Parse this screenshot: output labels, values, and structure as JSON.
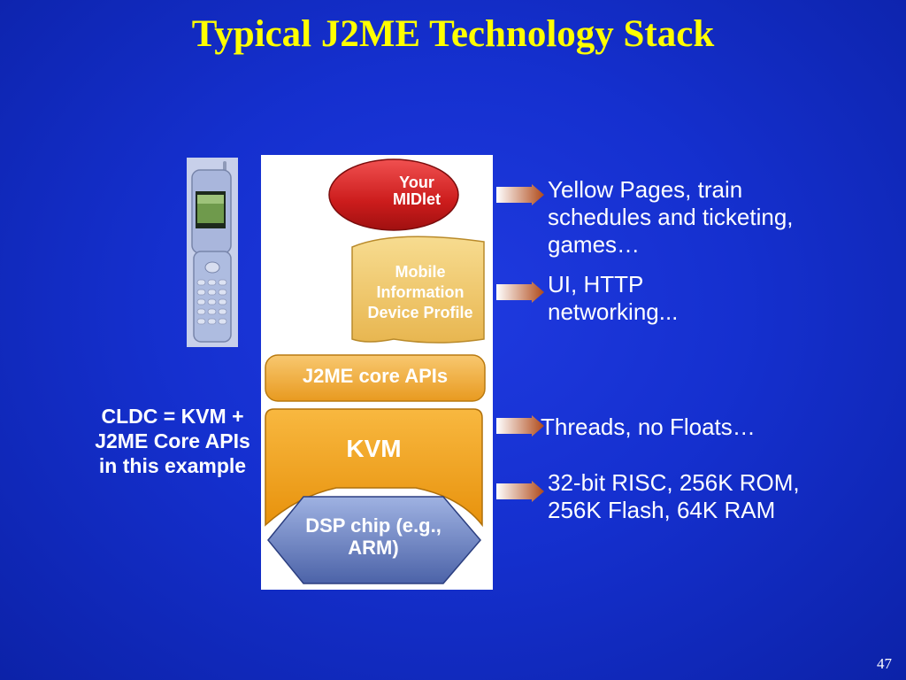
{
  "slide": {
    "title": "Typical J2ME Technology Stack",
    "page_number": "47"
  },
  "stack": {
    "midlet": "Your MIDlet",
    "midp": "Mobile Information Device Profile",
    "core_apis": "J2ME core APIs",
    "kvm": "KVM",
    "dsp": "DSP chip (e.g., ARM)"
  },
  "cldc_note": "CLDC = KVM + J2ME Core APIs in this example",
  "notes": [
    "Yellow Pages, train schedules and ticketing, games…",
    "UI, HTTP networking...",
    "Threads, no Floats…",
    "32-bit RISC, 256K ROM, 256K Flash, 64K RAM"
  ],
  "colors": {
    "background": "#1530cf",
    "title": "#ffff00",
    "midlet": "#d42020",
    "midp": "#f2c865",
    "core_apis": "#f0a830",
    "kvm": "#f0a020",
    "dsp": "#6f86c8",
    "arrow": "#b04a1a"
  },
  "icons": [
    "flip-phone-icon",
    "arrow-right-icon"
  ]
}
